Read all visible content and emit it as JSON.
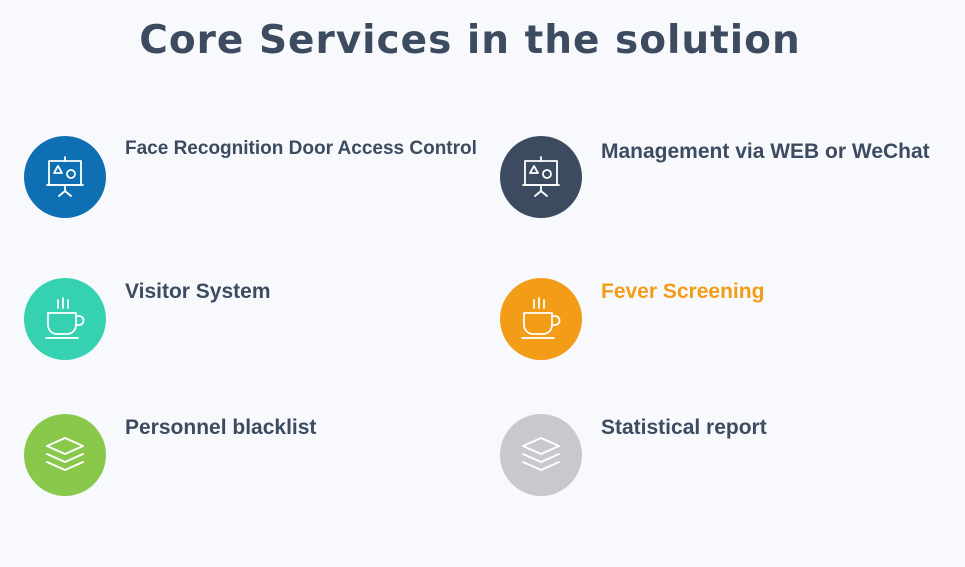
{
  "header": {
    "title": "Core Services in the solution"
  },
  "services": [
    {
      "label": "Face Recognition Door Access Control",
      "icon": "presentation-board-icon",
      "circle_color": "#0f6fb3",
      "label_color": "#3d4b60"
    },
    {
      "label": "Management via WEB or WeChat",
      "icon": "presentation-board-icon",
      "circle_color": "#3d4b60",
      "label_color": "#3d4b60"
    },
    {
      "label": "Visitor System",
      "icon": "coffee-cup-icon",
      "circle_color": "#36d1b0",
      "label_color": "#3d4b60"
    },
    {
      "label": "Fever Screening",
      "icon": "coffee-cup-icon",
      "circle_color": "#f39c17",
      "label_color": "#f39c17"
    },
    {
      "label": "Personnel blacklist",
      "icon": "layers-icon",
      "circle_color": "#8ac84b",
      "label_color": "#3d4b60"
    },
    {
      "label": "Statistical report",
      "icon": "layers-icon",
      "circle_color": "#c8c9ce",
      "label_color": "#3d4b60"
    }
  ]
}
